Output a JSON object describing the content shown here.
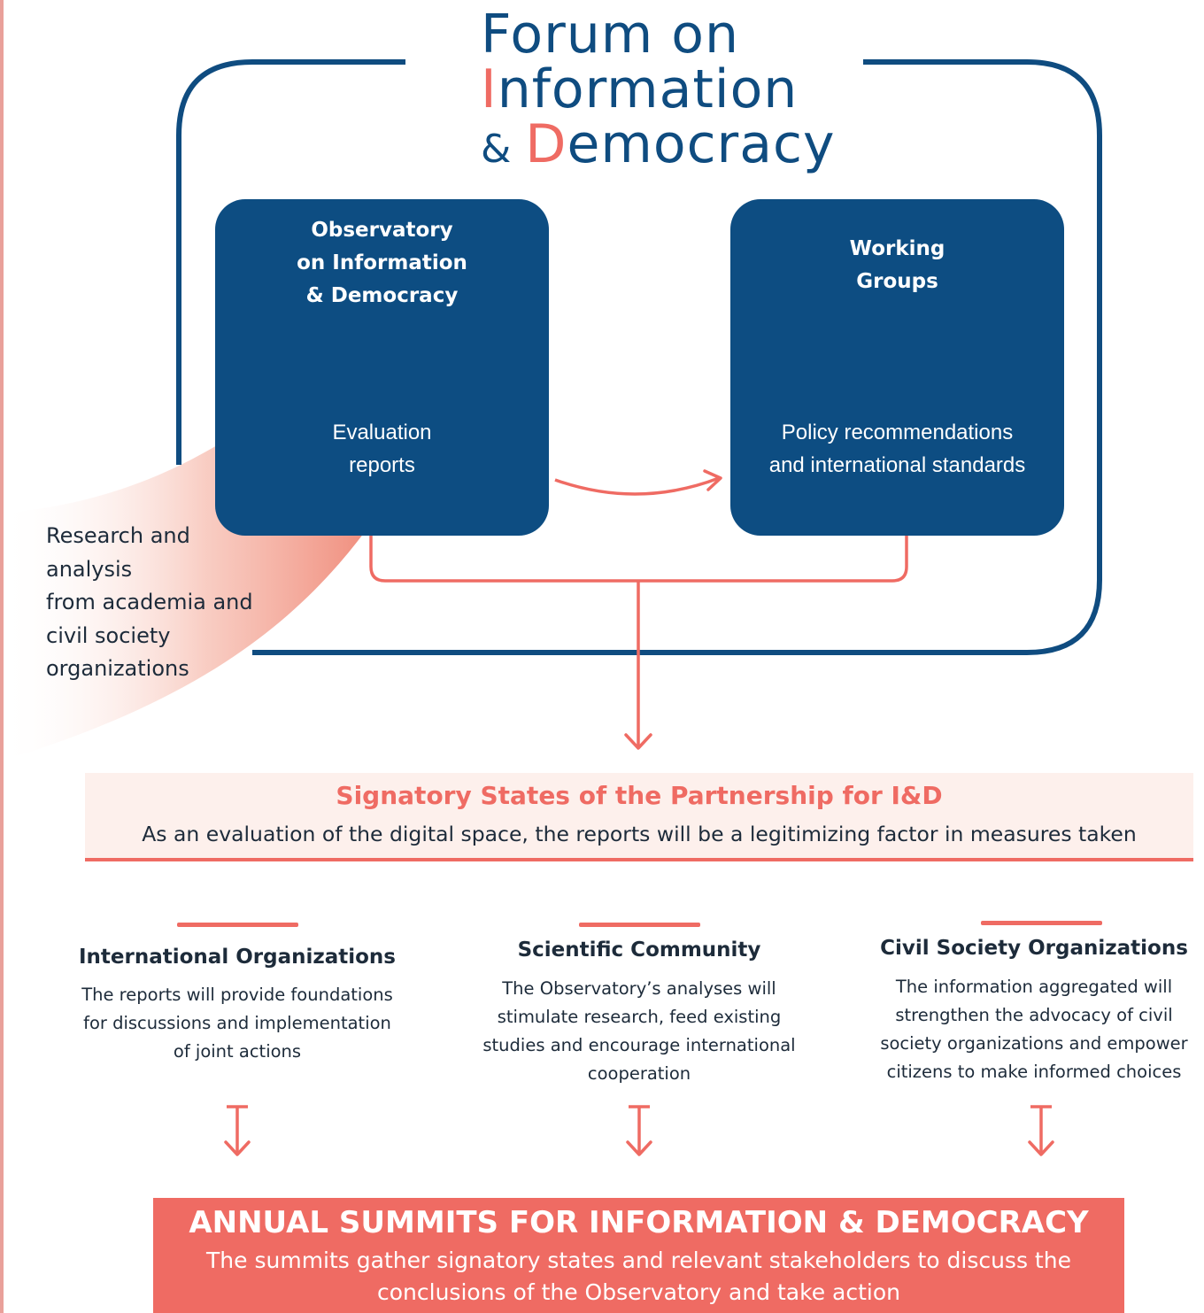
{
  "header": {
    "title_line1": "Forum on",
    "title_line2_accent": "I",
    "title_line2_rest": "nformation",
    "title_line3_amp": "& ",
    "title_line3_accent": "D",
    "title_line3_rest": "emocracy"
  },
  "observatory_box": {
    "heading": "Observatory\non Information\n& Democracy",
    "output": "Evaluation\nreports"
  },
  "working_groups_box": {
    "heading": "Working\nGroups",
    "output": "Policy recommendations\nand international standards"
  },
  "research_input": {
    "text": "Research and\nanalysis\nfrom academia and\ncivil society\norganizations"
  },
  "signatory": {
    "title": "Signatory States of the Partnership for I&D",
    "subtitle": "As an evaluation of the digital space, the reports will be a legitimizing factor in measures taken"
  },
  "stakeholders": [
    {
      "title": "International Organizations",
      "body": "The reports will provide foundations\nfor discussions and implementation\nof joint actions"
    },
    {
      "title": "Scientific Community",
      "body": "The Observatory’s analyses will\nstimulate research, feed existing\nstudies and encourage international\ncooperation"
    },
    {
      "title": "Civil Society Organizations",
      "body": "The information aggregated will\nstrengthen the advocacy of civil\nsociety organizations and empower\ncitizens to make informed choices"
    }
  ],
  "summit": {
    "title": "ANNUAL SUMMITS FOR INFORMATION & DEMOCRACY",
    "subtitle": "The summits gather signatory states and relevant stakeholders to discuss the\nconclusions of the Observatory and take action"
  },
  "colors": {
    "navy": "#0d4d82",
    "coral": "#ef6b63",
    "band": "#fdf0ec"
  }
}
